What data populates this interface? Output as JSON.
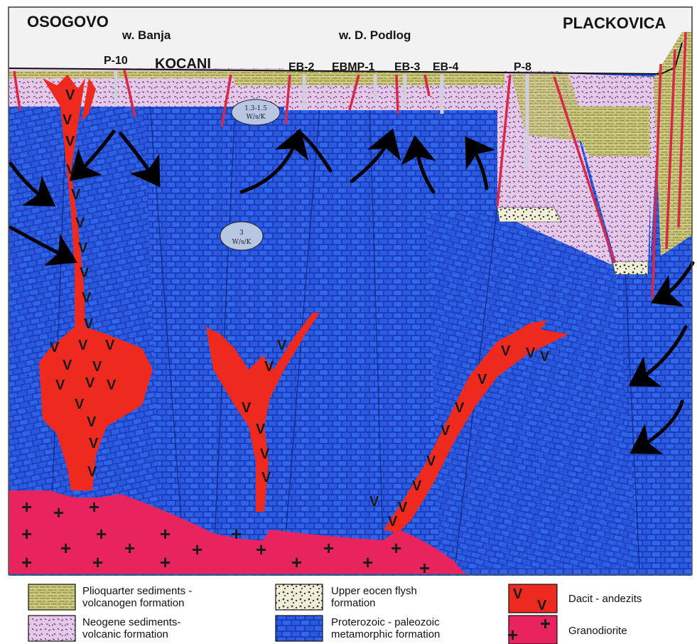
{
  "top_labels": {
    "osogovo": "OSOGOVO",
    "plackovica": "PLACKOVICA",
    "w_banja": "w. Banja",
    "w_d_podlog": "w. D. Podlog",
    "kocani": "KOCANI"
  },
  "wells": [
    {
      "id": "p10",
      "label": "P-10"
    },
    {
      "id": "eb2",
      "label": "EB-2"
    },
    {
      "id": "ebmp1",
      "label": "EBMP-1"
    },
    {
      "id": "eb3",
      "label": "EB-3"
    },
    {
      "id": "eb4",
      "label": "EB-4"
    },
    {
      "id": "p8",
      "label": "P-8"
    }
  ],
  "ovals": [
    {
      "line1": "1.3-1.5",
      "line2": "W/s/K"
    },
    {
      "line1": "3",
      "line2": "W/s/K"
    }
  ],
  "legend": [
    {
      "id": "plioquarter",
      "line1": "Plioquarter sediments -",
      "line2": "volcanogen formation",
      "swatch": "plioquarter"
    },
    {
      "id": "neogene",
      "line1": "Neogene sediments-",
      "line2": "volcanic formation",
      "swatch": "neogene"
    },
    {
      "id": "flysh",
      "line1": "Upper eocen flysh",
      "line2": "formation",
      "swatch": "flysh"
    },
    {
      "id": "proterozoic",
      "line1": "Proterozoic - paleozoic",
      "line2": "metamorphic formation",
      "swatch": "proterozoic"
    },
    {
      "id": "dacit",
      "line1": "Dacit - andezits",
      "line2": "",
      "swatch": "dacit"
    },
    {
      "id": "granodiorite",
      "line1": "Granodiorite",
      "line2": "",
      "swatch": "granodiorite"
    }
  ],
  "colors": {
    "basement_blue": "#1f43c4",
    "brick_blue": "#2e62e8",
    "neogene_pink": "#e4c6e6",
    "plioquarter_olive": "#b8bb63",
    "dacite_red": "#ee2a1f",
    "granodiorite_magenta": "#e8245f",
    "fault_red": "#d8284a"
  },
  "marks": {
    "v": "V",
    "plus": "+"
  }
}
